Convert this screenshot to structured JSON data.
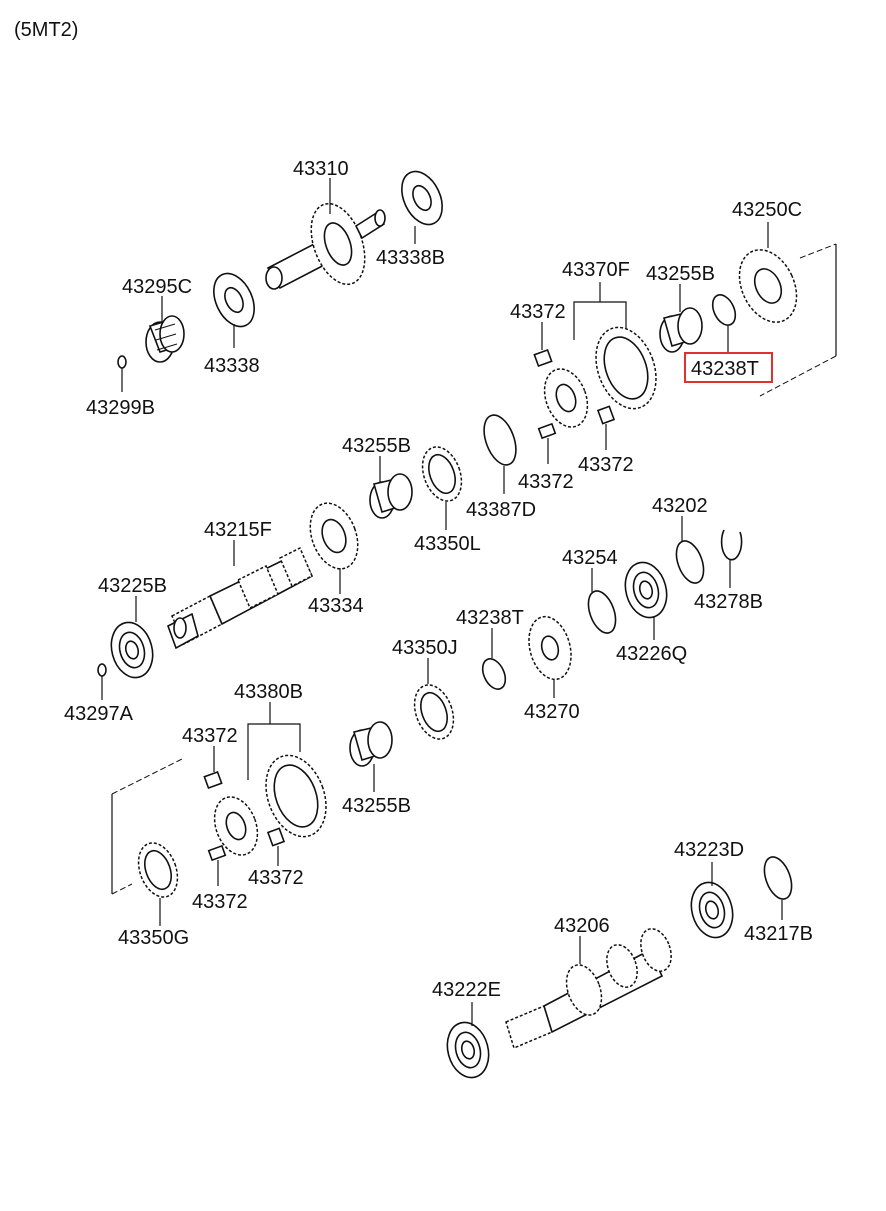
{
  "title": "(5MT2)",
  "highlight_color": "#e03030",
  "labels": {
    "p43310": "43310",
    "p43338B": "43338B",
    "p43295C": "43295C",
    "p43338": "43338",
    "p43299B": "43299B",
    "p43250C": "43250C",
    "p43370F": "43370F",
    "p43255B_top": "43255B",
    "p43372_a": "43372",
    "p43238T_top": "43238T",
    "p43372_b": "43372",
    "p43372_c": "43372",
    "p43255B_mid": "43255B",
    "p43387D": "43387D",
    "p43350L": "43350L",
    "p43215F": "43215F",
    "p43334": "43334",
    "p43225B": "43225B",
    "p43297A": "43297A",
    "p43202": "43202",
    "p43254": "43254",
    "p43278B": "43278B",
    "p43226Q": "43226Q",
    "p43238T_mid": "43238T",
    "p43270": "43270",
    "p43350J": "43350J",
    "p43380B": "43380B",
    "p43372_d": "43372",
    "p43255B_low": "43255B",
    "p43372_e": "43372",
    "p43372_f": "43372",
    "p43350G": "43350G",
    "p43223D": "43223D",
    "p43206": "43206",
    "p43217B": "43217B",
    "p43222E": "43222E"
  }
}
